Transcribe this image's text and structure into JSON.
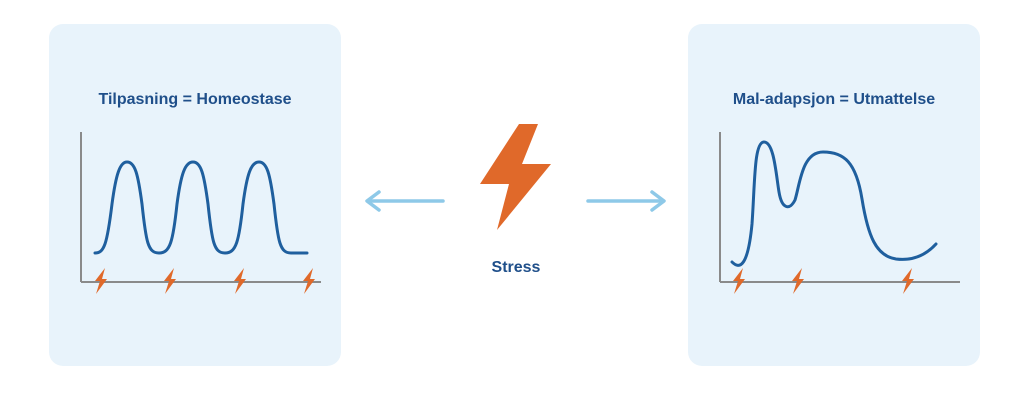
{
  "left_panel": {
    "title": "Tilpasning = Homeostase",
    "curve": "regular-oscillation",
    "stress_events": 4
  },
  "center": {
    "icon": "lightning-bolt-icon",
    "label": "Stress",
    "arrows": [
      "arrow-left-icon",
      "arrow-right-icon"
    ]
  },
  "right_panel": {
    "title": "Mal-adapsjon = Utmattelse",
    "curve": "irregular-exhaustion",
    "stress_events": 3
  },
  "colors": {
    "panel_bg": "#e8f3fb",
    "title_text": "#1f4f8a",
    "curve": "#1f5f9e",
    "axis": "#8a8a8a",
    "bolt": "#e0692a",
    "arrow": "#8ec9e8"
  }
}
